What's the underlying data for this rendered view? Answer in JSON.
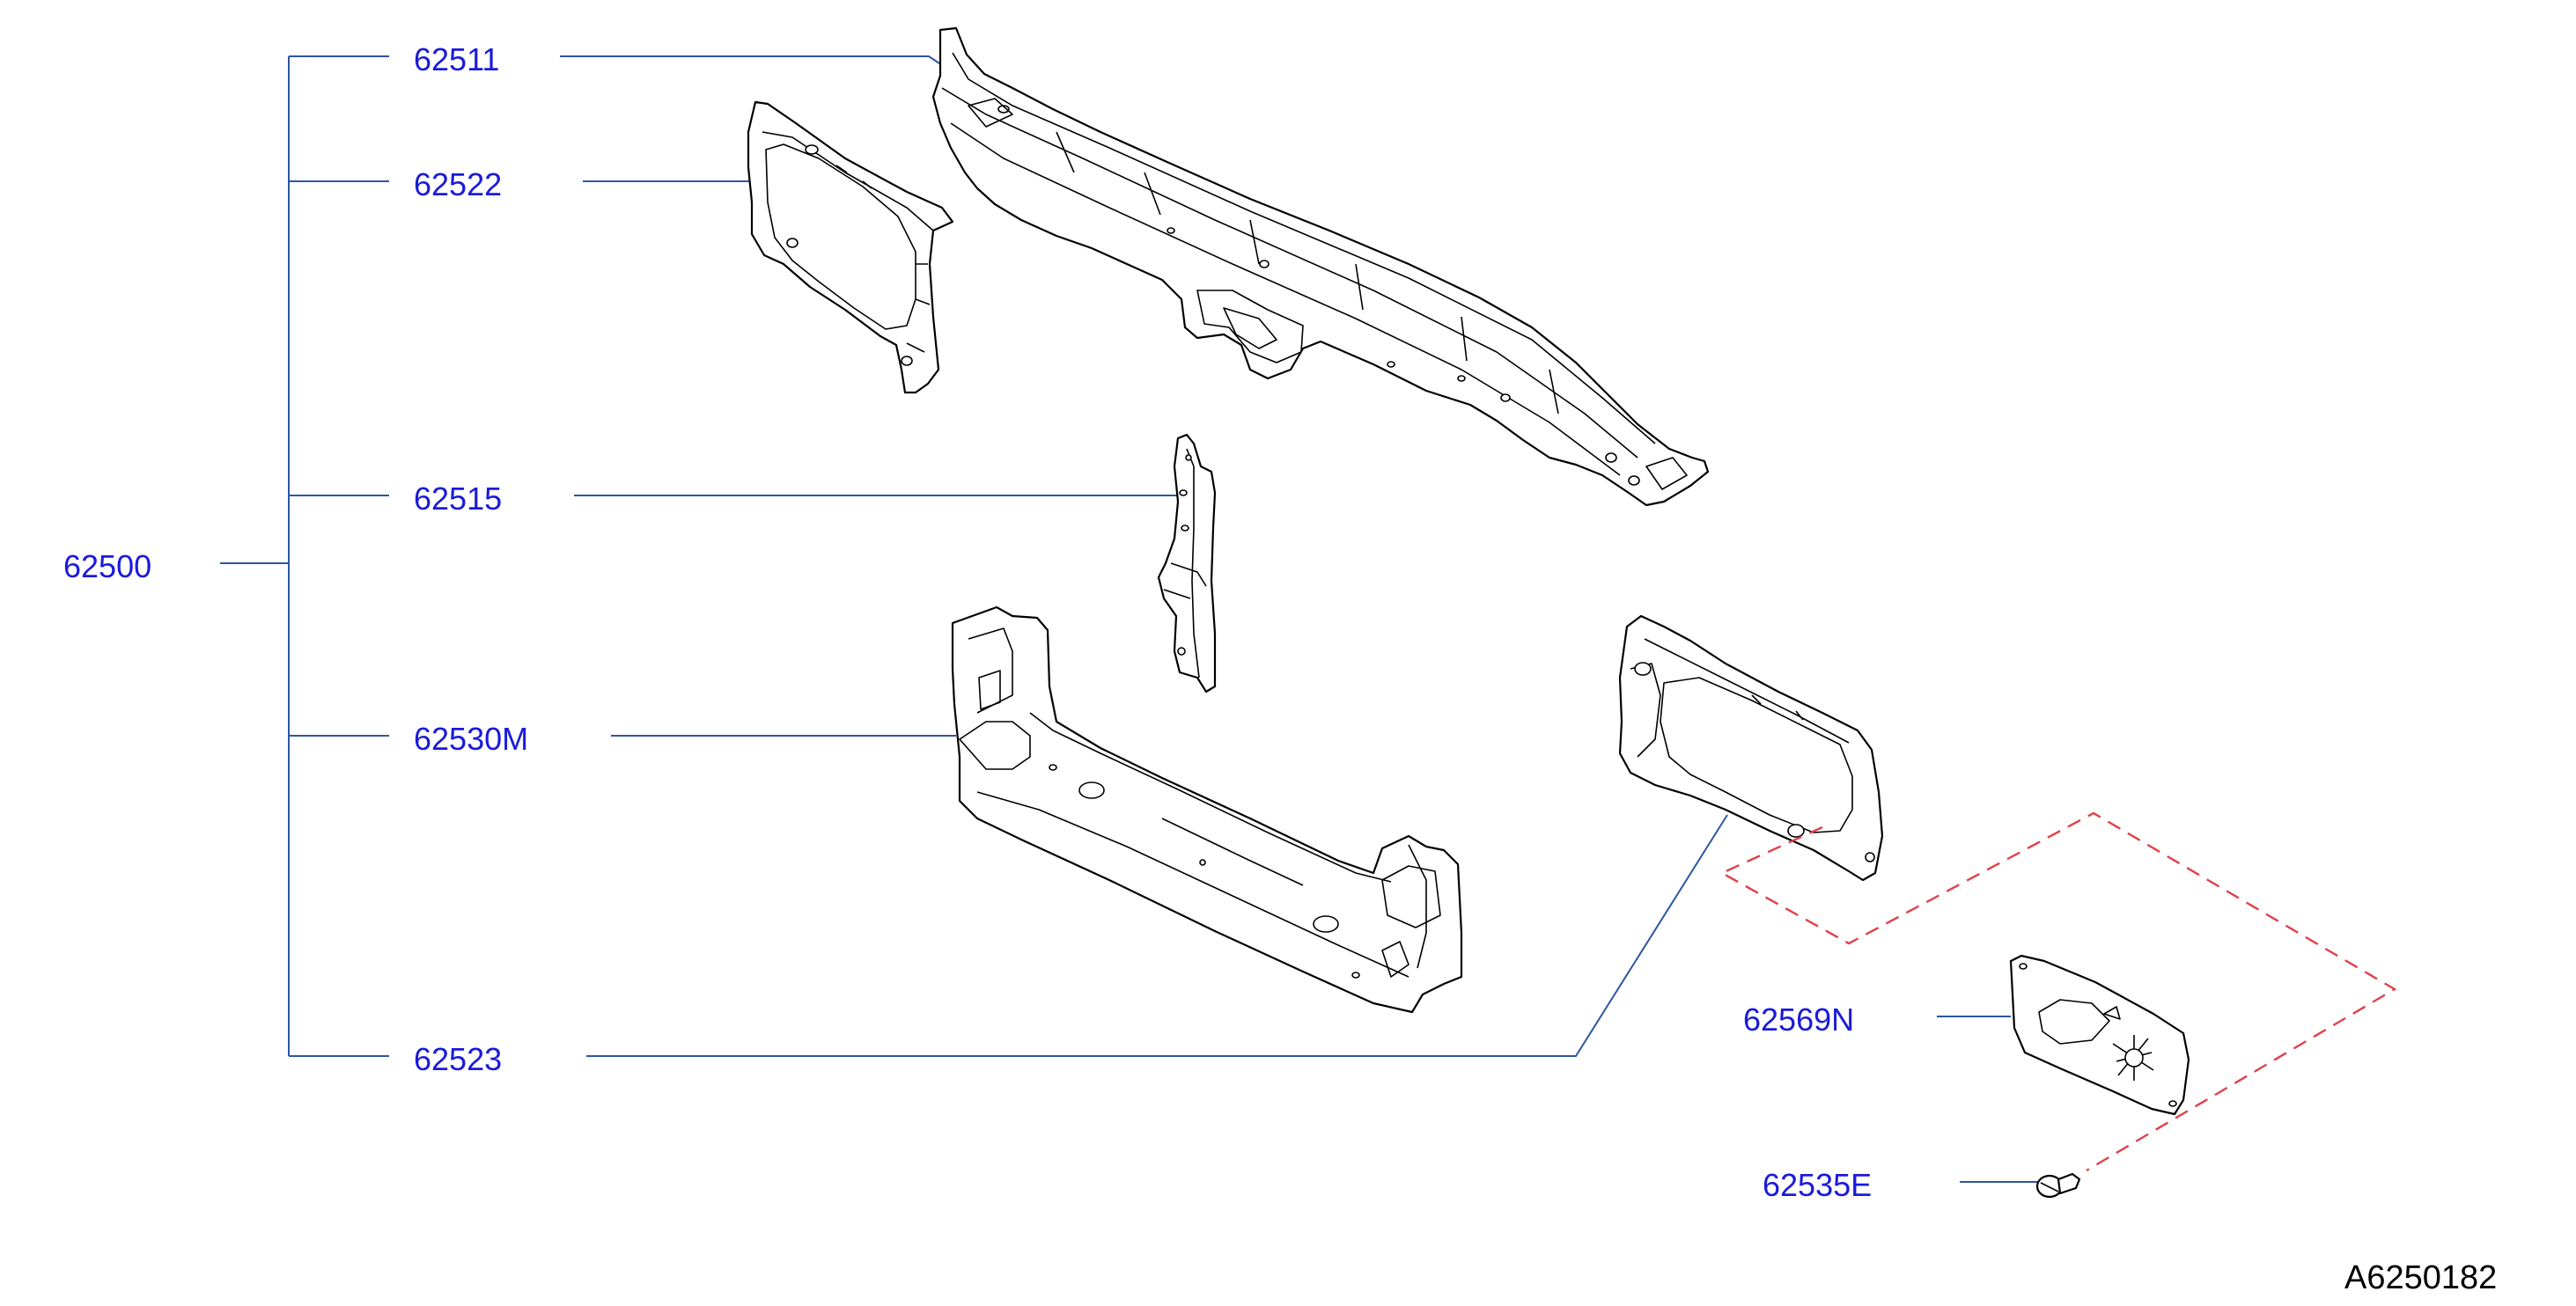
{
  "diagram": {
    "parts": {
      "assembly": "62500",
      "upper_support": "62511",
      "side_panel_left": "62522",
      "center_stay": "62515",
      "lower_support": "62530M",
      "side_panel_right": "62523",
      "cover_plate": "62569N",
      "clip": "62535E"
    },
    "diagram_code": "A6250182"
  },
  "colors": {
    "label_text": "#1a1adb",
    "leader_line": "#2d56a3",
    "dashed_line": "#e0404a",
    "part_outline": "#000000"
  }
}
